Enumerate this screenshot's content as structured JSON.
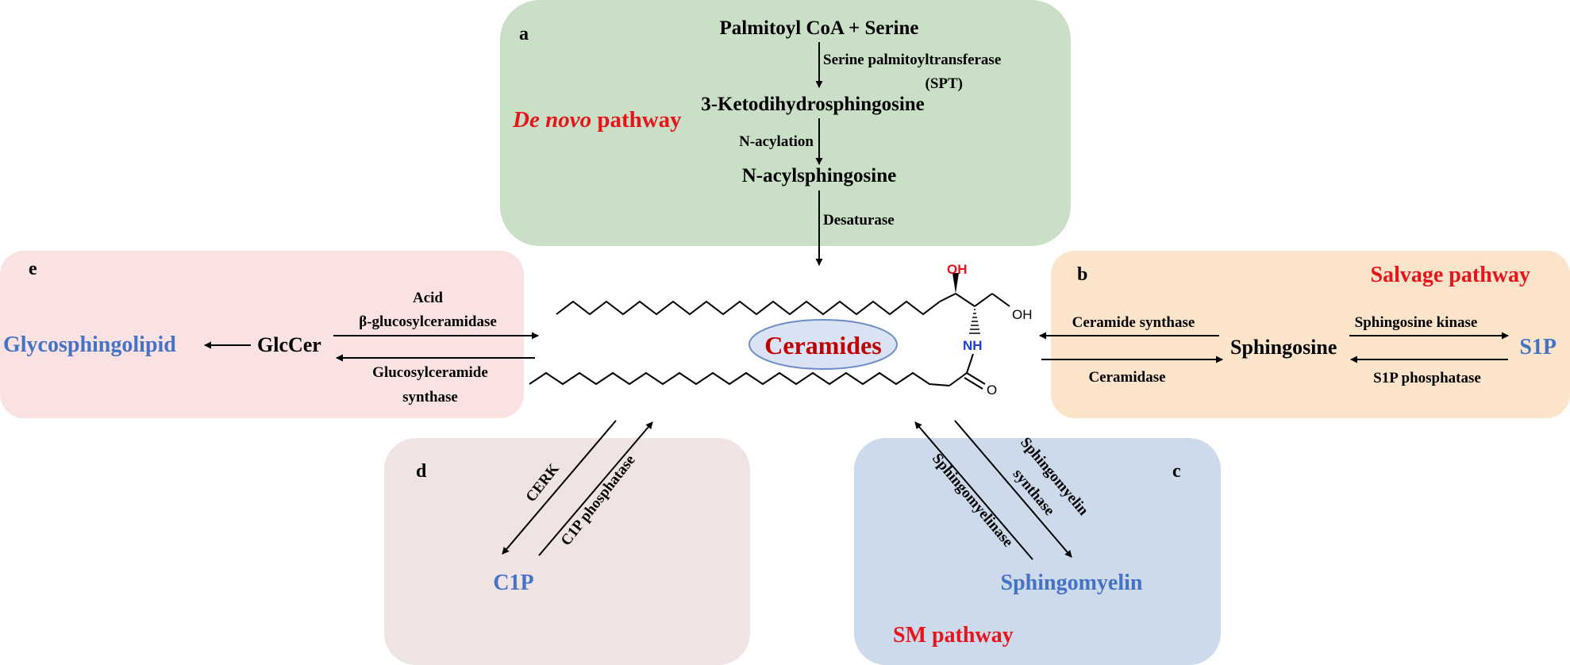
{
  "colors": {
    "panel_a": "#c9dfc6",
    "panel_b": "#fce4cb",
    "panel_c": "#ccdaec",
    "panel_d": "#f0e3e3",
    "panel_e": "#fbe2e2",
    "highlight_red": "#e8141b",
    "product_blue": "#4472c4",
    "ceramides_red": "#c00000",
    "ellipse_fill": "#dae3f3",
    "ellipse_stroke": "#6d8cc8",
    "text": "#000000"
  },
  "panel_a": {
    "letter": "a",
    "pathway_italic": "De novo",
    "pathway_rest": " pathway",
    "node1": "Palmitoyl CoA + Serine",
    "enzyme1_line1": "Serine palmitoyltransferase",
    "enzyme1_line2": "(SPT)",
    "node2": "3-Ketodihydrosphingosine",
    "enzyme2": "N-acylation",
    "node3": "N-acylsphingosine",
    "enzyme3": "Desaturase"
  },
  "panel_b": {
    "letter": "b",
    "pathway": "Salvage pathway",
    "enzyme_to_ceramide": "Ceramide synthase",
    "enzyme_from_ceramide": "Ceramidase",
    "intermediate": "Sphingosine",
    "enzyme_kinase": "Sphingosine kinase",
    "enzyme_phosphatase": "S1P phosphatase",
    "product": "S1P"
  },
  "panel_c": {
    "letter": "c",
    "pathway": "SM pathway",
    "product": "Sphingomyelin",
    "enzyme_up": "Sphingomyelinase",
    "enzyme_down_line1": "Sphingomyelin",
    "enzyme_down_line2": "synthase"
  },
  "panel_d": {
    "letter": "d",
    "product": "C1P",
    "enzyme_down": "CERK",
    "enzyme_up": "C1P phosphatase"
  },
  "panel_e": {
    "letter": "e",
    "product": "Glycosphingolipid",
    "intermediate": "GlcCer",
    "enzyme_top_line1": "Acid",
    "enzyme_top_line2": "β-glucosylceramidase",
    "enzyme_bottom_line1": "Glucosylceramide",
    "enzyme_bottom_line2": "synthase"
  },
  "center": {
    "label": "Ceramides",
    "oh_top": "OH",
    "oh_right": "OH",
    "nh": "NH",
    "o": "O"
  }
}
